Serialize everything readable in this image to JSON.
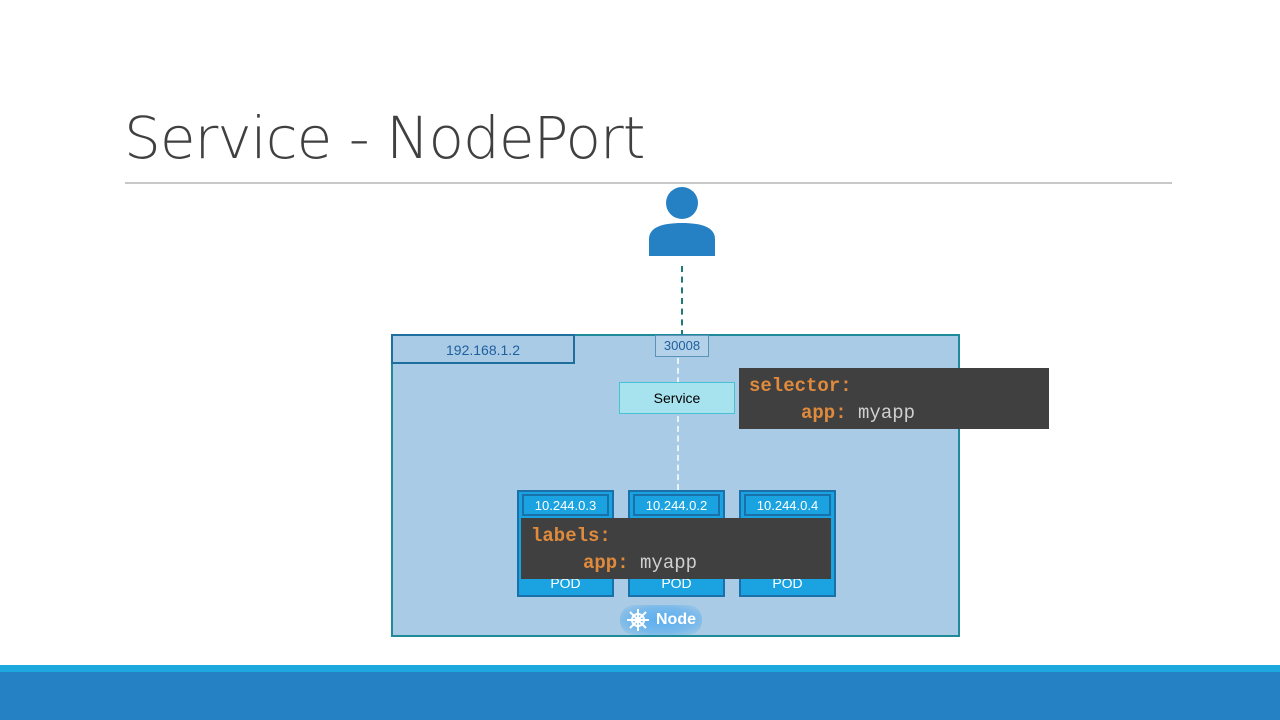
{
  "slide": {
    "title": "Service - NodePort"
  },
  "diagram": {
    "user": {
      "icon": "user-icon"
    },
    "node": {
      "ip": "192.168.1.2",
      "node_port": "30008",
      "label": "Node",
      "label_icon": "kubernetes-helm-icon"
    },
    "service": {
      "label": "Service"
    },
    "selector": {
      "key": "selector:",
      "sub_key": "app:",
      "value": "myapp"
    },
    "pods": [
      {
        "ip": "10.244.0.3",
        "label": "POD"
      },
      {
        "ip": "10.244.0.2",
        "label": "POD"
      },
      {
        "ip": "10.244.0.4",
        "label": "POD"
      }
    ],
    "labels": {
      "key": "labels:",
      "sub_key": "app:",
      "value": "myapp"
    }
  },
  "colors": {
    "node_bg": "#a9cbe5",
    "pod_bg": "#1aa3e0",
    "service_bg": "#a6e3ef",
    "code_bg": "#404040",
    "code_key": "#e08a3c",
    "footer": "#2680c4"
  }
}
